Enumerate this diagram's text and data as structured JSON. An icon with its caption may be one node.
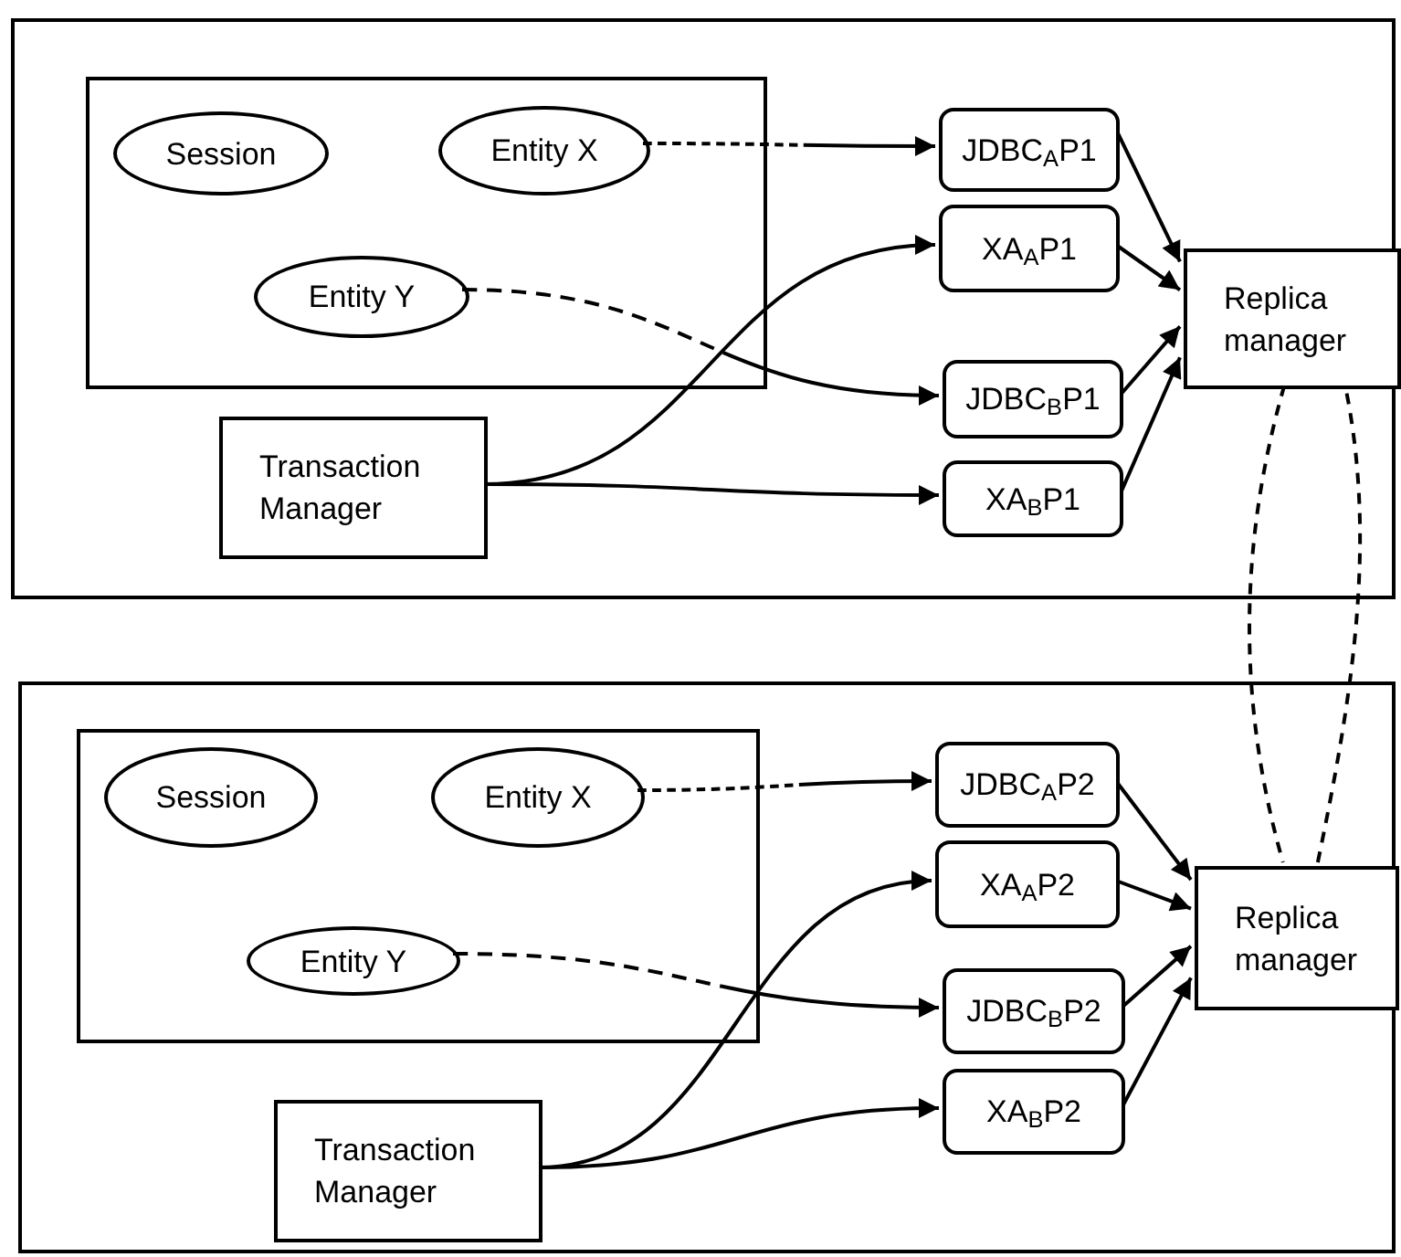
{
  "diagram": {
    "nodes": [
      {
        "text": [],
        "shape": "box"
      },
      {
        "text": [],
        "shape": "box",
        "in": 0
      },
      {
        "text": [
          "Session"
        ],
        "in": 1
      },
      {
        "text": [
          "Entity X"
        ],
        "in": 1
      },
      {
        "text": [
          "Entity Y"
        ],
        "in": 1
      },
      {
        "text": [
          "Transaction Manager"
        ],
        "in": 0
      },
      {
        "text": [
          "JDBC$_{A}$P1"
        ],
        "in": 0
      },
      {
        "text": [
          "XA$_{A}$P1"
        ],
        "in": 0
      },
      {
        "text": [
          "JDBC$_{B}$P1"
        ],
        "in": 0
      },
      {
        "text": [
          "XA$_{B}$P1"
        ],
        "in": 0
      },
      {
        "text": [
          "Replica manager"
        ],
        "in": 0
      },
      {
        "text": [],
        "shape": "box"
      },
      {
        "text": [],
        "shape": "box",
        "in": 11
      },
      {
        "text": [
          "Session"
        ],
        "in": 12
      },
      {
        "text": [
          "Entity X"
        ],
        "in": 12
      },
      {
        "text": [
          "Entity Y"
        ],
        "in": 12
      },
      {
        "text": [
          "Transaction Manager"
        ],
        "in": 11
      },
      {
        "text": [
          "JDBC$_{A}$P2"
        ],
        "in": 11
      },
      {
        "text": [
          "XA$_{A}$P2"
        ],
        "in": 11
      },
      {
        "text": [
          "JDBC$_{B}$P2"
        ],
        "in": 11
      },
      {
        "text": [
          "XA$_{B}$P2"
        ],
        "in": 11
      },
      {
        "text": [
          "Replica manager"
        ],
        "in": 11
      }
    ],
    "edges": [
      {
        "from": 3,
        "to": 6,
        "arrow": "to",
        "style": "dashed"
      },
      {
        "from": 5,
        "to": 7,
        "arrow": "to"
      },
      {
        "from": 4,
        "to": 8,
        "arrow": "to",
        "style": "dashed"
      },
      {
        "from": 5,
        "to": 9,
        "arrow": "to"
      },
      {
        "from": 6,
        "to": 10,
        "arrow": "to"
      },
      {
        "from": 7,
        "to": 10,
        "arrow": "to"
      },
      {
        "from": 8,
        "to": 10,
        "arrow": "to"
      },
      {
        "from": 9,
        "to": 10,
        "arrow": "to"
      },
      {
        "from": 14,
        "to": 17,
        "arrow": "to",
        "style": "dashed"
      },
      {
        "from": 16,
        "to": 18,
        "arrow": "to"
      },
      {
        "from": 15,
        "to": 19,
        "arrow": "to",
        "style": "dashed"
      },
      {
        "from": 16,
        "to": 20,
        "arrow": "to"
      },
      {
        "from": 17,
        "to": 21,
        "arrow": "to"
      },
      {
        "from": 18,
        "to": 21,
        "arrow": "to"
      },
      {
        "from": 19,
        "to": 21,
        "arrow": "to"
      },
      {
        "from": 20,
        "to": 21,
        "arrow": "to"
      },
      {
        "from": 10,
        "to": 21,
        "arrow": "none",
        "style": "dashed"
      },
      {
        "from": 21,
        "to": 10,
        "arrow": "none",
        "style": "dashed"
      }
    ]
  }
}
